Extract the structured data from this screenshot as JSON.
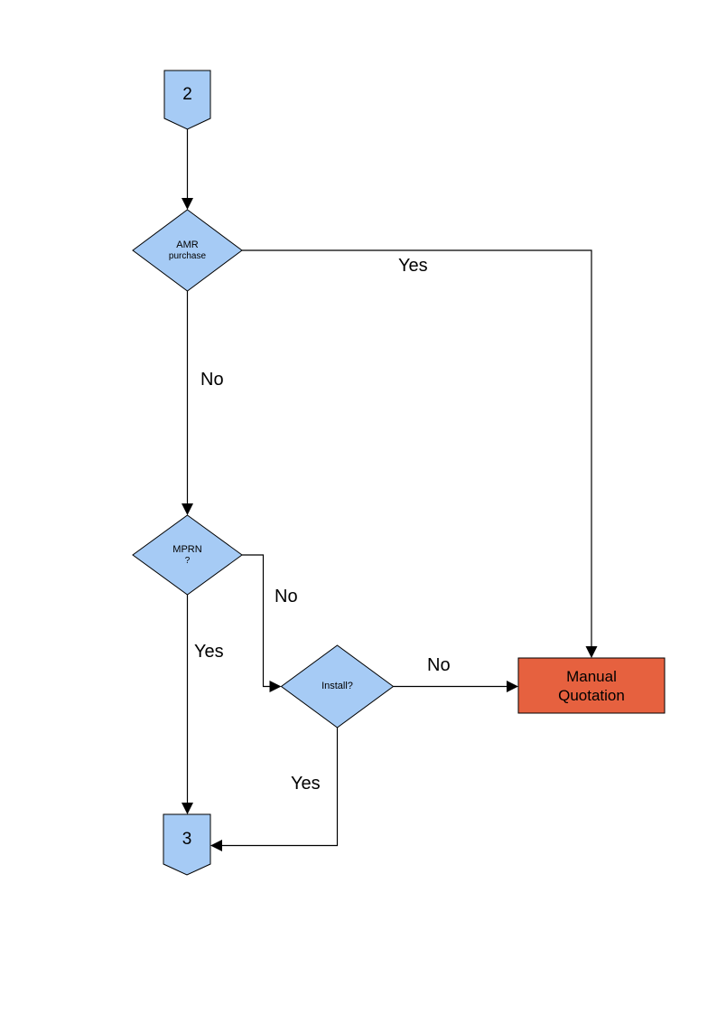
{
  "diagram": {
    "type": "flowchart",
    "colors": {
      "node_fill": "#A6CBF5",
      "alert_fill": "#E6613F",
      "line": "#000000",
      "text": "#000000",
      "background": "#FFFFFF"
    },
    "nodes": {
      "connector_2": {
        "type": "off-page-connector",
        "label": "2"
      },
      "amr": {
        "type": "decision",
        "line1": "AMR",
        "line2": "purchase"
      },
      "mprn": {
        "type": "decision",
        "line1": "MPRN",
        "line2": "?"
      },
      "install": {
        "type": "decision",
        "line1": "Install?"
      },
      "manual_quotation": {
        "type": "process",
        "line1": "Manual",
        "line2": "Quotation"
      },
      "connector_3": {
        "type": "off-page-connector",
        "label": "3"
      }
    },
    "edges": [
      {
        "from": "connector_2",
        "to": "amr",
        "label": ""
      },
      {
        "from": "amr",
        "to": "manual_quotation",
        "label": "Yes"
      },
      {
        "from": "amr",
        "to": "mprn",
        "label": "No"
      },
      {
        "from": "mprn",
        "to": "install",
        "label": "No"
      },
      {
        "from": "mprn",
        "to": "connector_3",
        "label": "Yes"
      },
      {
        "from": "install",
        "to": "manual_quotation",
        "label": "No"
      },
      {
        "from": "install",
        "to": "connector_3",
        "label": "Yes"
      }
    ]
  }
}
